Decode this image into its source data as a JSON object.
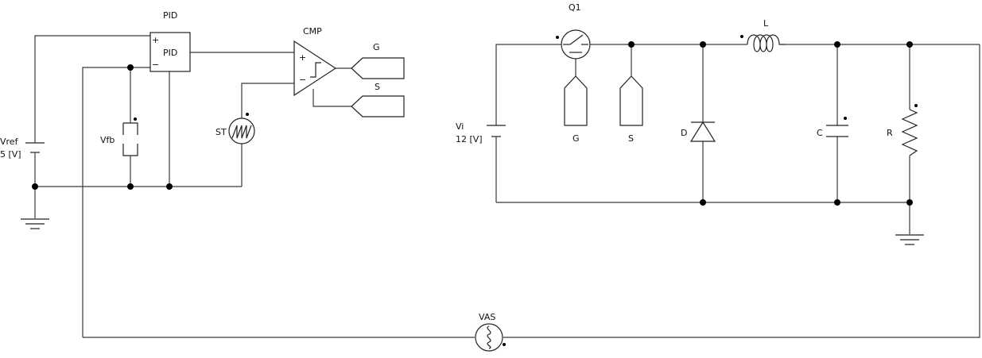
{
  "diagram": {
    "colors": {
      "wire": "#3a3a3a",
      "component": "#222222",
      "junction": "#000000",
      "background": "#ffffff"
    },
    "labels": {
      "pid_title": "PID",
      "pid_inner": "PID",
      "pid_plus": "+",
      "pid_minus": "−",
      "cmp_title": "CMP",
      "cmp_plus": "+",
      "cmp_minus": "−",
      "gate_out": "G",
      "source_out": "S",
      "vref_name": "Vref",
      "vref_value": "5 [V]",
      "vfb": "Vfb",
      "st": "ST",
      "q1": "Q1",
      "vi_name": "Vi",
      "vi_value": "12 [V]",
      "gate_in": "G",
      "source_in": "S",
      "diode": "D",
      "inductor": "L",
      "capacitor": "C",
      "resistor": "R",
      "vas": "VAS"
    }
  }
}
